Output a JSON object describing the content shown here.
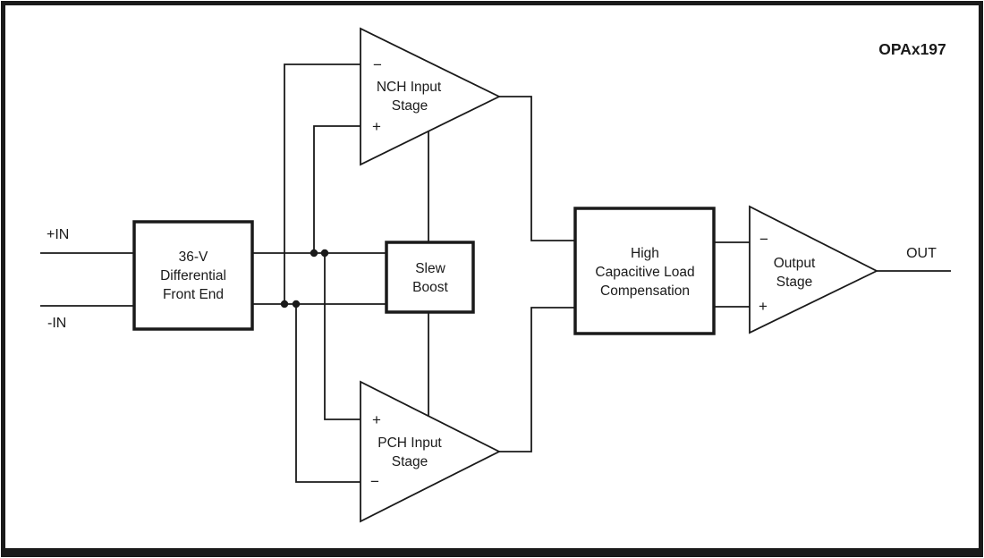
{
  "title": "OPAx197",
  "inputs": {
    "plus_label": "+IN",
    "minus_label": "-IN"
  },
  "output_label": "OUT",
  "blocks": {
    "front_end": {
      "line1": "36-V",
      "line2": "Differential",
      "line3": "Front End"
    },
    "nch_stage": {
      "line1": "NCH Input",
      "line2": "Stage",
      "minus_sign": "−",
      "plus_sign": "+"
    },
    "slew_boost": {
      "line1": "Slew",
      "line2": "Boost"
    },
    "pch_stage": {
      "line1": "PCH Input",
      "line2": "Stage",
      "plus_sign": "+",
      "minus_sign": "−"
    },
    "compensation": {
      "line1": "High",
      "line2": "Capacitive Load",
      "line3": "Compensation"
    },
    "output_stage": {
      "line1": "Output",
      "line2": "Stage",
      "minus_sign": "−",
      "plus_sign": "+"
    }
  },
  "colors": {
    "ink": "#1a1a1a",
    "background": "#ffffff"
  }
}
